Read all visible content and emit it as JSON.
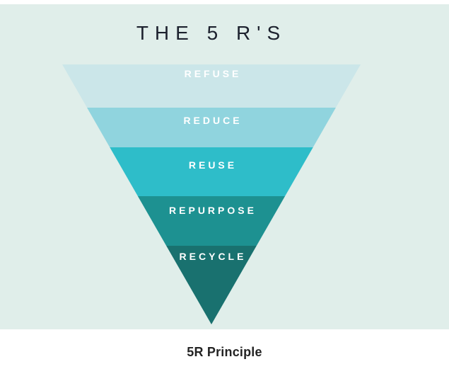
{
  "title": "THE 5 R'S",
  "caption": "5R Principle",
  "pyramid": {
    "type": "inverted-pyramid",
    "layers": [
      {
        "label": "REFUSE",
        "color": "#cbe6e9"
      },
      {
        "label": "REDUCE",
        "color": "#90d4de"
      },
      {
        "label": "REUSE",
        "color": "#2ebdc9"
      },
      {
        "label": "REPURPOSE",
        "color": "#1d9191"
      },
      {
        "label": "RECYCLE",
        "color": "#19716f"
      }
    ],
    "label_text_color": "#ffffff"
  },
  "colors": {
    "canvas_background": "#e0eeea",
    "page_background": "#ffffff",
    "title_color": "#1c212e",
    "caption_color": "#232323"
  }
}
